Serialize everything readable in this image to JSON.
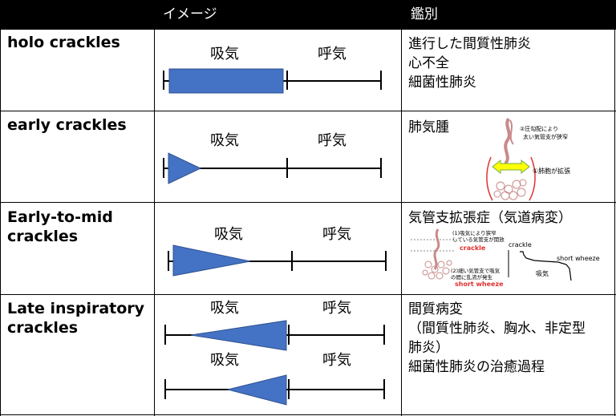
{
  "header": {
    "image_col": "イメージ",
    "diff_col": "鑑別"
  },
  "phases": {
    "inspiration": "吸気",
    "expiration": "呼気"
  },
  "rows": [
    {
      "label": "holo crackles",
      "differentials": [
        "進行した間質性肺炎",
        "心不全",
        "細菌性肺炎"
      ]
    },
    {
      "label": "early crackles",
      "differentials": [
        "肺気腫"
      ],
      "figure_notes": [
        "②圧勾配により",
        "太い気管支が狭窄",
        "①肺胞が拡張"
      ]
    },
    {
      "label_lines": [
        "Early-to-mid",
        "crackles"
      ],
      "differentials": [
        "気管支拡張症（気道病変）"
      ],
      "figure_notes": [
        "(1)吸気により狭窄",
        "している気管支が開放",
        "crackle",
        "(2)細い気管支で吸気",
        "の間に乱流が発生",
        "short wheeze"
      ],
      "waveform_labels": [
        "crackle",
        "short wheeze",
        "吸気"
      ]
    },
    {
      "label_lines": [
        "Late inspiratory",
        "crackles"
      ],
      "differentials": [
        "間質病変",
        "（間質性肺炎、胸水、非定型",
        "肺炎）",
        "細菌性肺炎の治癒過程"
      ]
    }
  ],
  "colors": {
    "bar_fill": "#4472c4",
    "bar_stroke": "#2f528f",
    "arrow_yellow": "#ffff00",
    "arrow_green": "#70ad47",
    "note_red": "#e03030"
  }
}
